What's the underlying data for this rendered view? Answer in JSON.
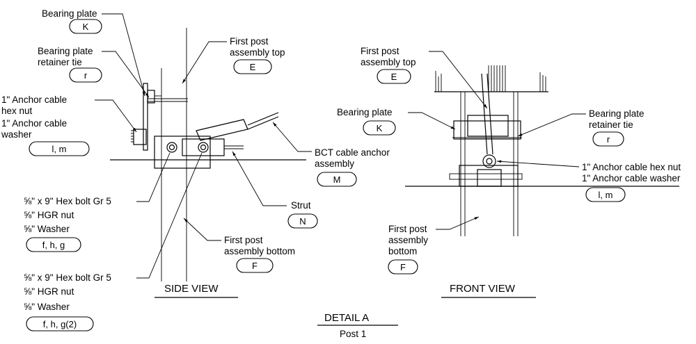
{
  "drawing": {
    "title": "DETAIL A",
    "subtitle": "Post 1",
    "side_view_title": "SIDE VIEW",
    "front_view_title": "FRONT VIEW"
  },
  "side_view": {
    "bearing_plate": {
      "text": "Bearing plate",
      "tag": "K"
    },
    "retainer_tie": {
      "line1": "Bearing plate",
      "line2": "retainer tie",
      "tag": "r"
    },
    "anchor_nut": {
      "line1": "1\" Anchor cable",
      "line2": "hex nut",
      "line3": "1\" Anchor cable",
      "line4": "washer",
      "tag": "l, m"
    },
    "post_top": {
      "line1": "First post",
      "line2": "assembly top",
      "tag": "E"
    },
    "bct_anchor": {
      "line1": "BCT cable anchor",
      "line2": "assembly",
      "tag": "M"
    },
    "strut": {
      "text": "Strut",
      "tag": "N"
    },
    "post_bottom": {
      "line1": "First post",
      "line2": "assembly bottom",
      "tag": "F"
    },
    "bolt_upper": {
      "line1": "⅝\" x 9\" Hex bolt Gr 5",
      "line2": "⅝\" HGR nut",
      "line3": "⅝\" Washer",
      "tag": "f, h, g"
    },
    "bolt_lower": {
      "line1": "⅝\" x 9\" Hex bolt Gr 5",
      "line2": "⅝\" HGR nut",
      "line3": "⅝\" Washer",
      "tag": "f, h, g(2)"
    }
  },
  "front_view": {
    "post_top": {
      "line1": "First post",
      "line2": "assembly top",
      "tag": "E"
    },
    "bearing_plate": {
      "text": "Bearing plate",
      "tag": "K"
    },
    "retainer_tie": {
      "line1": "Bearing plate",
      "line2": "retainer tie",
      "tag": "r"
    },
    "anchor_nut": {
      "line1": "1\" Anchor cable hex nut",
      "line2": "1\" Anchor cable washer",
      "tag": "l, m"
    },
    "post_bottom": {
      "line1": "First post",
      "line2": "assembly",
      "line3": "bottom",
      "tag": "F"
    }
  }
}
